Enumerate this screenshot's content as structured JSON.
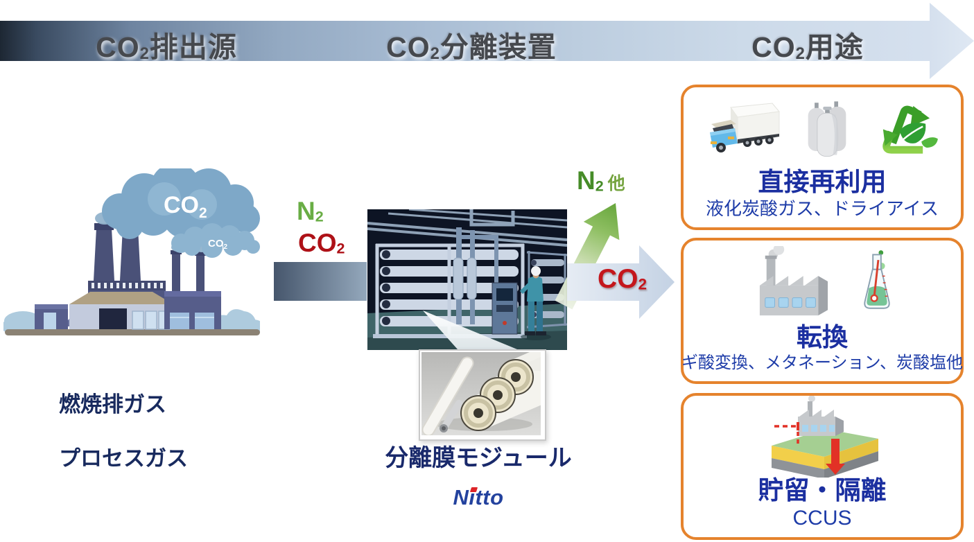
{
  "banner": {
    "stages": [
      {
        "pre": "CO",
        "sub": "2",
        "post": "排出源"
      },
      {
        "pre": "CO",
        "sub": "2",
        "post": "分離装置"
      },
      {
        "pre": "CO",
        "sub": "2",
        "post": "用途"
      }
    ]
  },
  "source": {
    "cloud_big": {
      "pre": "CO",
      "sub": "2"
    },
    "cloud_small": {
      "pre": "CO",
      "sub": "2"
    },
    "labels": [
      "燃焼排ガス",
      "プロセスガス"
    ]
  },
  "feed": {
    "n2": {
      "pre": "N",
      "sub": "2"
    },
    "co2": {
      "pre": "CO",
      "sub": "2"
    }
  },
  "separation": {
    "module_caption": "分離膜モジュール",
    "brand": "Nitto"
  },
  "outputs": {
    "n2": {
      "pre": "N",
      "sub": "2",
      "extra": "他"
    },
    "co2": {
      "pre": "CO",
      "sub": "2"
    }
  },
  "uses": {
    "boxes": [
      {
        "title": "直接再利用",
        "subtitle": "液化炭酸ガス、ドライアイス",
        "icons": [
          "truck-icon",
          "gas-cylinders-icon",
          "recycle-leaves-icon"
        ]
      },
      {
        "title": "転換",
        "subtitle": "ギ酸変換、メタネーション、炭酸塩他",
        "icons": [
          "factory-icon",
          "flask-icon"
        ]
      },
      {
        "title": "貯留・隔離",
        "subtitle": "CCUS",
        "icons": [
          "underground-storage-icon"
        ]
      }
    ]
  },
  "colors": {
    "accent_orange": "#e5832d",
    "title_blue": "#1b2fa0",
    "navy_label": "#182a5e",
    "green_n2": "#468c28",
    "red_co2": "#c4161c"
  }
}
